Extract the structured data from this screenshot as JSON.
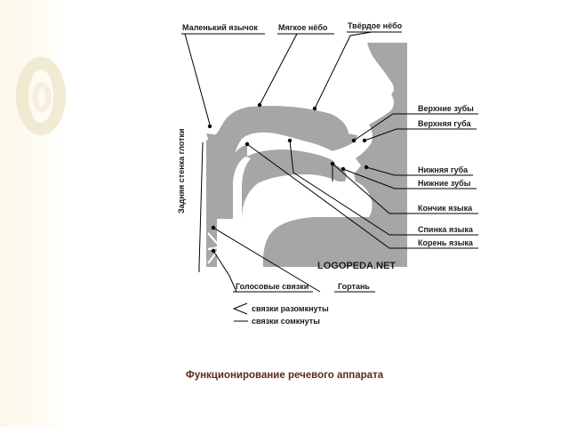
{
  "labels": {
    "uvula": "Маленький язычок",
    "soft_palate": "Мягкое нёбо",
    "hard_palate": "Твёрдое нёбо",
    "upper_teeth": "Верхние зубы",
    "upper_lip": "Верхняя губа",
    "lower_lip": "Нижняя губа",
    "lower_teeth": "Нижние зубы",
    "tongue_tip": "Кончик языка",
    "tongue_back": "Спинка языка",
    "tongue_root": "Корень языка",
    "pharynx_wall": "Задняя стенка глотки",
    "vocal_cords": "Голосовые связки",
    "larynx": "Гортань"
  },
  "watermark": "LOGOPEDA.NET",
  "legend": {
    "open": "связки разомкнуты",
    "closed": "связки сомкнуты"
  },
  "caption": "Функционирование речевого аппарата",
  "colors": {
    "tissue": "#a6a6a6",
    "caption": "#5b2a1a",
    "text": "#1a1a1a"
  }
}
